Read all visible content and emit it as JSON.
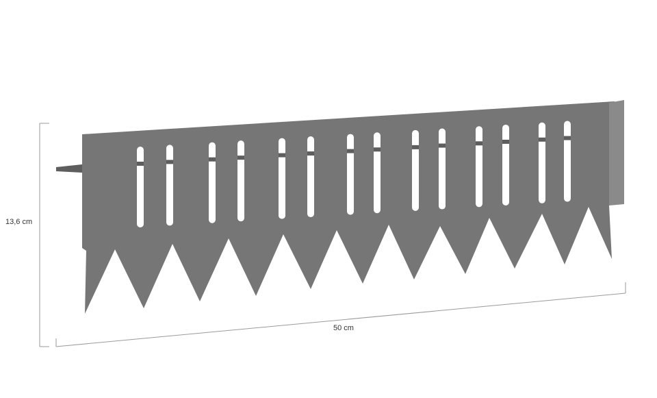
{
  "dimensions": {
    "height_label": "13,6 cm",
    "width_label": "50 cm"
  },
  "product": {
    "name": "lawn-edging-border",
    "color": "#767676",
    "shade_color": "#5e5e5e",
    "highlight_color": "#8a8a8a",
    "slot_color": "#ffffff",
    "dimension_line_color": "#9a9a9a"
  }
}
